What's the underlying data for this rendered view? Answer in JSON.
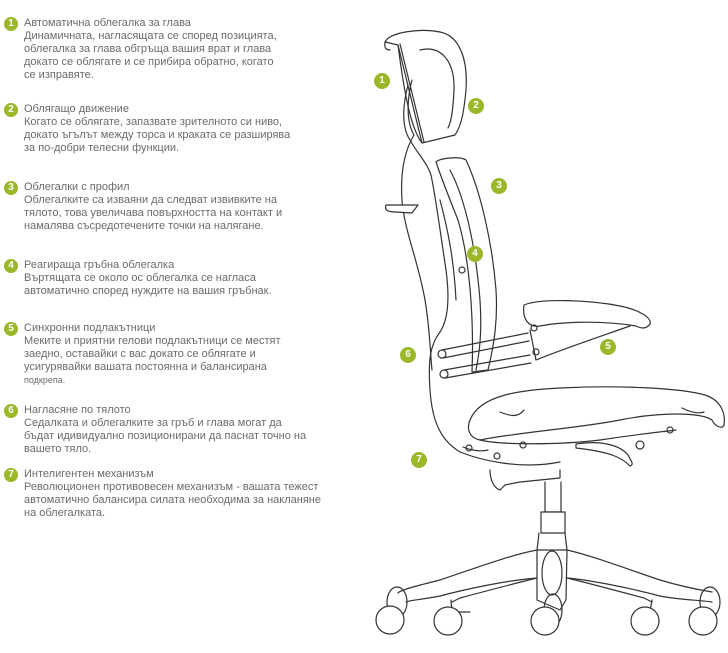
{
  "accent_color": "#9ab829",
  "text_color": "#6b6b6b",
  "features": [
    {
      "number": "1",
      "title": "Автоматична облегалка за глава",
      "lines": [
        "Динамичната, нагласящата се според позицията,",
        "облегалка за глава  обгръща вашия врат и глава",
        "докато се облягате и се прибира обратно, когато",
        "се изправяте."
      ]
    },
    {
      "number": "2",
      "title": "Облягащо движение",
      "lines": [
        "Когато се облягате, запазвате зрителното си ниво,",
        "докато ъгълът между торса и краката се разширява",
        "за по-добри телесни функции."
      ]
    },
    {
      "number": "3",
      "title": "Облегалки с профил",
      "lines": [
        "Облегалките са изваяни да следват извивките на",
        "тялото, това увеличава повърхността на контакт и",
        "намалява съсредотечените точки на налягане."
      ]
    },
    {
      "number": "4",
      "title": "Реагираща гръбна облегалка",
      "lines": [
        "Въртящата се около ос облегалка се нагласа",
        "автоматично според нуждите на вашия гръбнак."
      ]
    },
    {
      "number": "5",
      "title": "Синхронни подлакътници",
      "lines": [
        "Меките и приятни гелови подлакътници се местят",
        "заедно, оставайки с вас докато се облягате и",
        "усигурявайки вашата постоянна и балансирана",
        "подкрепа."
      ]
    },
    {
      "number": "6",
      "title": "Нагласяне по тялото",
      "lines": [
        "Седалката и облегалките за гръб и глава могат да",
        "бъдат идивидуално позиционирани да паснат точно на",
        "вашето тяло."
      ]
    },
    {
      "number": "7",
      "title": "Интелигентен механизъм",
      "lines": [
        "Революционен противовесен механизъм - вашата тежест",
        "автоматично балансира силата необходима за накланяне",
        "на облегалката."
      ]
    }
  ],
  "diagram": {
    "callouts": [
      {
        "number": "1",
        "label": "headrest"
      },
      {
        "number": "2",
        "label": "headrest-back"
      },
      {
        "number": "3",
        "label": "backrest"
      },
      {
        "number": "4",
        "label": "back-pivot"
      },
      {
        "number": "5",
        "label": "armrest"
      },
      {
        "number": "6",
        "label": "frame"
      },
      {
        "number": "7",
        "label": "mechanism"
      }
    ]
  }
}
